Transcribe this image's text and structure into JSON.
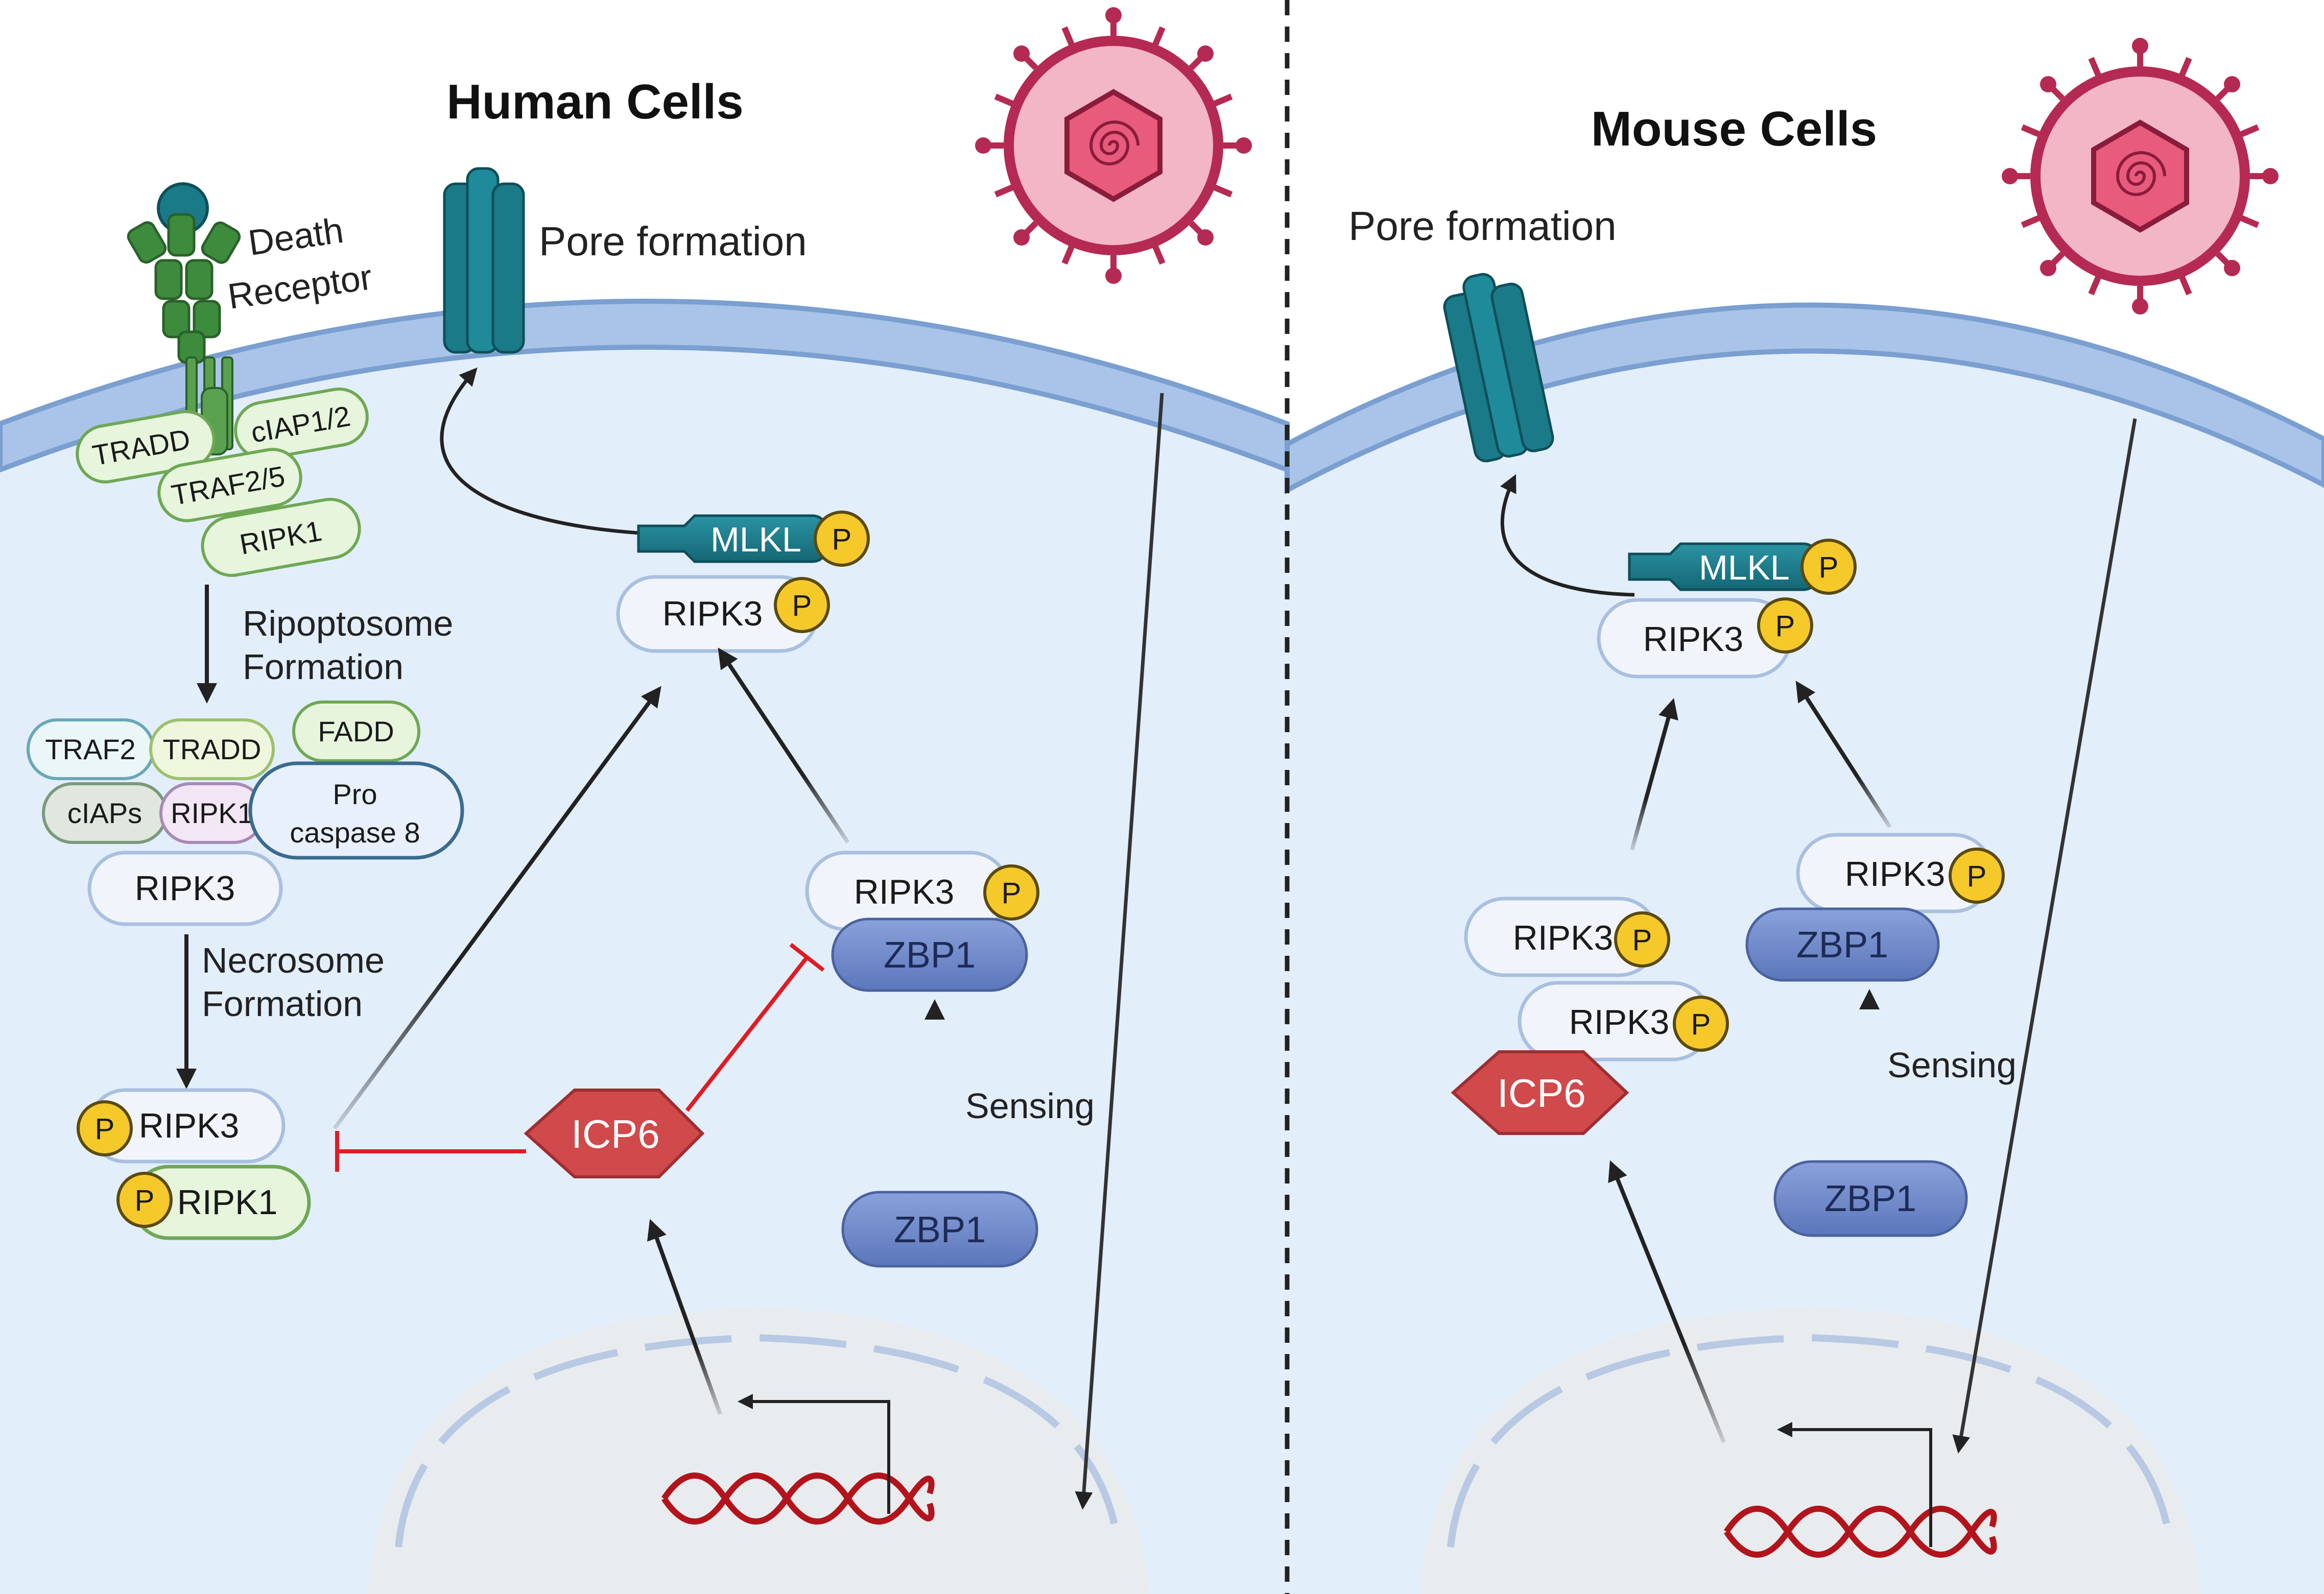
{
  "human": {
    "title": "Human Cells",
    "pore_formation": "Pore formation",
    "death_receptor_line1": "Death",
    "death_receptor_line2": "Receptor",
    "complex1": {
      "tradd": "TRADD",
      "ciap": "cIAP1/2",
      "traf": "TRAF2/5",
      "ripk1": "RIPK1"
    },
    "ripoptosome_line1": "Ripoptosome",
    "ripoptosome_line2": "Formation",
    "ripoptosome": {
      "traf2": "TRAF2",
      "tradd": "TRADD",
      "fadd": "FADD",
      "ciaps": "cIAPs",
      "ripk1": "RIPK1",
      "procasp_line1": "Pro",
      "procasp_line2": "caspase 8",
      "ripk3": "RIPK3"
    },
    "necrosome_line1": "Necrosome",
    "necrosome_line2": "Formation",
    "necrosome": {
      "ripk3": "RIPK3",
      "ripk1": "RIPK1"
    },
    "mlkl": "MLKL",
    "ripk3_top": "RIPK3",
    "ripk3_zbp": "RIPK3",
    "zbp1_bound": "ZBP1",
    "zbp1_free": "ZBP1",
    "sensing": "Sensing",
    "icp6": "ICP6",
    "phospho": "P"
  },
  "mouse": {
    "title": "Mouse Cells",
    "pore_formation": "Pore formation",
    "mlkl": "MLKL",
    "ripk3_top": "RIPK3",
    "ripk3_left_a": "RIPK3",
    "ripk3_left_b": "RIPK3",
    "ripk3_zbp": "RIPK3",
    "zbp1_bound": "ZBP1",
    "zbp1_free": "ZBP1",
    "sensing": "Sensing",
    "icp6": "ICP6",
    "phospho": "P"
  },
  "colors": {
    "cytoplasm": "#e3eefb",
    "membrane": "#a9c4e8",
    "membrane_edge": "#7a9fd0",
    "nucleus": "#e9ecef",
    "mlkl": "#1b7a88",
    "zbp1": "#6a85c7",
    "icp6": "#d0494b",
    "phospho": "#f5c92a",
    "inhibit": "#e01b24",
    "virus": "#b52a52",
    "green_fill": "#e6f5dc",
    "green_edge": "#6fa855"
  }
}
